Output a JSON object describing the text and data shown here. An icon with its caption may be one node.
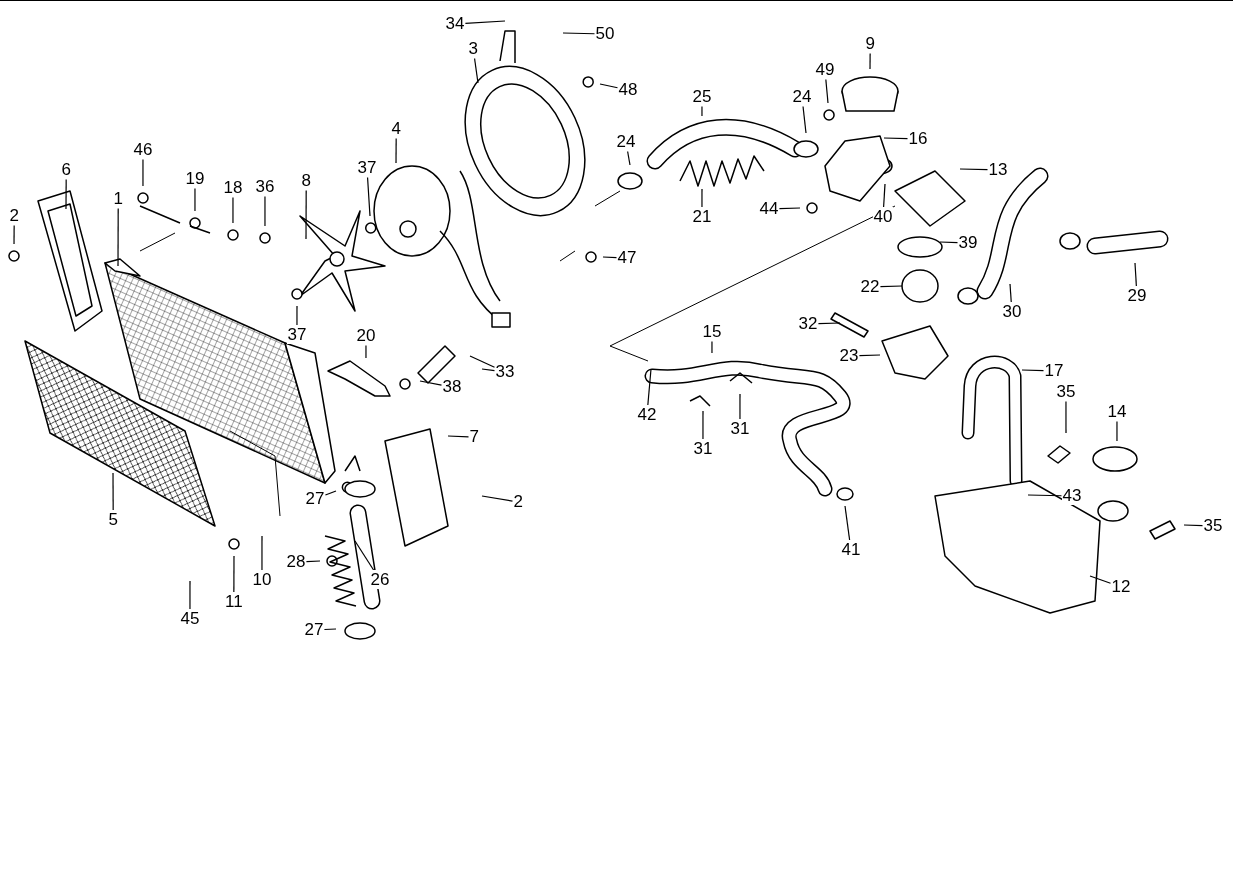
{
  "diagram": {
    "nodes": [
      {
        "text": [
          "34"
        ]
      },
      {
        "text": [
          "50"
        ]
      },
      {
        "text": [
          "3"
        ]
      },
      {
        "text": [
          "9"
        ]
      },
      {
        "text": [
          "49"
        ]
      },
      {
        "text": [
          "48"
        ]
      },
      {
        "text": [
          "25"
        ]
      },
      {
        "text": [
          "24"
        ]
      },
      {
        "text": [
          "4"
        ]
      },
      {
        "text": [
          "24"
        ]
      },
      {
        "text": [
          "16"
        ]
      },
      {
        "text": [
          "46"
        ]
      },
      {
        "text": [
          "6"
        ]
      },
      {
        "text": [
          "37"
        ]
      },
      {
        "text": [
          "13"
        ]
      },
      {
        "text": [
          "19"
        ]
      },
      {
        "text": [
          "8"
        ]
      },
      {
        "text": [
          "18"
        ]
      },
      {
        "text": [
          "36"
        ]
      },
      {
        "text": [
          "1"
        ]
      },
      {
        "text": [
          "44"
        ]
      },
      {
        "text": [
          "2"
        ]
      },
      {
        "text": [
          "21"
        ]
      },
      {
        "text": [
          "40"
        ]
      },
      {
        "text": [
          "39"
        ]
      },
      {
        "text": [
          "47"
        ]
      },
      {
        "text": [
          "22"
        ]
      },
      {
        "text": [
          "29"
        ]
      },
      {
        "text": [
          "30"
        ]
      },
      {
        "text": [
          "32"
        ]
      },
      {
        "text": [
          "15"
        ]
      },
      {
        "text": [
          "37"
        ]
      },
      {
        "text": [
          "20"
        ]
      },
      {
        "text": [
          "23"
        ]
      },
      {
        "text": [
          "17"
        ]
      },
      {
        "text": [
          "33"
        ]
      },
      {
        "text": [
          "38"
        ]
      },
      {
        "text": [
          "35"
        ]
      },
      {
        "text": [
          "14"
        ]
      },
      {
        "text": [
          "42"
        ]
      },
      {
        "text": [
          "31"
        ]
      },
      {
        "text": [
          "7"
        ]
      },
      {
        "text": [
          "31"
        ]
      },
      {
        "text": [
          "43"
        ]
      },
      {
        "text": [
          "27"
        ]
      },
      {
        "text": [
          "2"
        ]
      },
      {
        "text": [
          "5"
        ]
      },
      {
        "text": [
          "35"
        ]
      },
      {
        "text": [
          "41"
        ]
      },
      {
        "text": [
          "28"
        ]
      },
      {
        "text": [
          "10"
        ]
      },
      {
        "text": [
          "26"
        ]
      },
      {
        "text": [
          "12"
        ]
      },
      {
        "text": [
          "11"
        ]
      },
      {
        "text": [
          "45"
        ]
      },
      {
        "text": [
          "27"
        ]
      }
    ],
    "edges": [
      {
        "from": 0,
        "to": null,
        "arrow": "none"
      },
      {
        "from": 1,
        "to": null,
        "arrow": "none"
      },
      {
        "from": 2,
        "to": null,
        "arrow": "none"
      },
      {
        "from": 3,
        "to": null,
        "arrow": "none"
      },
      {
        "from": 4,
        "to": null,
        "arrow": "none"
      },
      {
        "from": 5,
        "to": null,
        "arrow": "none"
      },
      {
        "from": 6,
        "to": null,
        "arrow": "none"
      },
      {
        "from": 7,
        "to": null,
        "arrow": "none"
      },
      {
        "from": 8,
        "to": null,
        "arrow": "none"
      },
      {
        "from": 9,
        "to": null,
        "arrow": "none"
      },
      {
        "from": 10,
        "to": null,
        "arrow": "none"
      },
      {
        "from": 11,
        "to": null,
        "arrow": "none"
      },
      {
        "from": 12,
        "to": null,
        "arrow": "none"
      },
      {
        "from": 13,
        "to": null,
        "arrow": "none"
      },
      {
        "from": 14,
        "to": null,
        "arrow": "none"
      },
      {
        "from": 15,
        "to": null,
        "arrow": "none"
      },
      {
        "from": 16,
        "to": null,
        "arrow": "none"
      },
      {
        "from": 17,
        "to": null,
        "arrow": "none"
      },
      {
        "from": 18,
        "to": null,
        "arrow": "none"
      },
      {
        "from": 19,
        "to": null,
        "arrow": "none"
      },
      {
        "from": 20,
        "to": null,
        "arrow": "none"
      },
      {
        "from": 21,
        "to": null,
        "arrow": "none"
      },
      {
        "from": 22,
        "to": null,
        "arrow": "none"
      },
      {
        "from": 23,
        "to": null,
        "arrow": "none"
      },
      {
        "from": 24,
        "to": null,
        "arrow": "none"
      },
      {
        "from": 25,
        "to": null,
        "arrow": "none"
      },
      {
        "from": 26,
        "to": null,
        "arrow": "none"
      },
      {
        "from": 27,
        "to": null,
        "arrow": "none"
      },
      {
        "from": 28,
        "to": null,
        "arrow": "none"
      },
      {
        "from": 29,
        "to": null,
        "arrow": "none"
      },
      {
        "from": 30,
        "to": null,
        "arrow": "none"
      },
      {
        "from": 31,
        "to": null,
        "arrow": "none"
      },
      {
        "from": 32,
        "to": null,
        "arrow": "none"
      },
      {
        "from": 33,
        "to": null,
        "arrow": "none"
      },
      {
        "from": 34,
        "to": null,
        "arrow": "none"
      },
      {
        "from": 35,
        "to": null,
        "arrow": "none"
      },
      {
        "from": 35,
        "to": null,
        "arrow": "none"
      },
      {
        "from": 36,
        "to": null,
        "arrow": "none"
      },
      {
        "from": 37,
        "to": null,
        "arrow": "none"
      },
      {
        "from": 38,
        "to": null,
        "arrow": "none"
      },
      {
        "from": 39,
        "to": null,
        "arrow": "none"
      },
      {
        "from": 40,
        "to": null,
        "arrow": "none"
      },
      {
        "from": 41,
        "to": null,
        "arrow": "none"
      },
      {
        "from": 42,
        "to": null,
        "arrow": "none"
      },
      {
        "from": 43,
        "to": null,
        "arrow": "none"
      },
      {
        "from": 44,
        "to": null,
        "arrow": "none"
      },
      {
        "from": 45,
        "to": null,
        "arrow": "none"
      },
      {
        "from": 46,
        "to": null,
        "arrow": "none"
      },
      {
        "from": 47,
        "to": null,
        "arrow": "none"
      },
      {
        "from": 48,
        "to": null,
        "arrow": "none"
      },
      {
        "from": 49,
        "to": null,
        "arrow": "none"
      },
      {
        "from": 50,
        "to": null,
        "arrow": "none"
      },
      {
        "from": 51,
        "to": null,
        "arrow": "none"
      },
      {
        "from": 52,
        "to": null,
        "arrow": "none"
      },
      {
        "from": 53,
        "to": null,
        "arrow": "none"
      },
      {
        "from": 54,
        "to": null,
        "arrow": "none"
      },
      {
        "from": 55,
        "to": null,
        "arrow": "none"
      }
    ]
  }
}
